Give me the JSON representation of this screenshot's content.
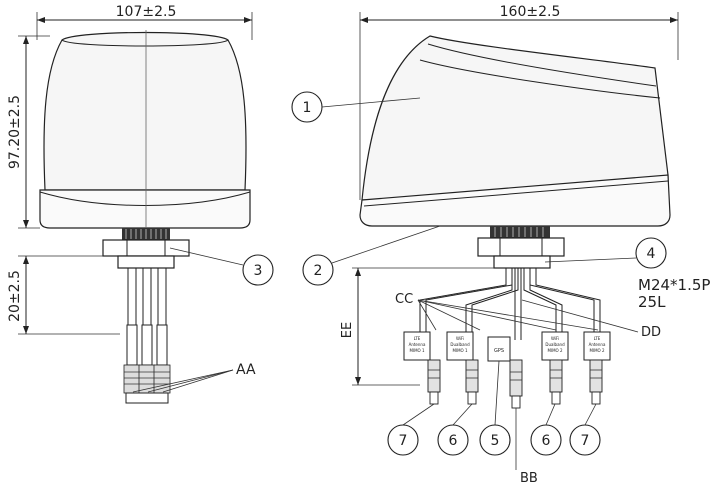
{
  "dimensions": {
    "front_width": "107±2.5",
    "side_width": "160±2.5",
    "height": "97.20±2.5",
    "stud_length": "20±2.5",
    "cable_length": "EE"
  },
  "balloons": {
    "radome": "1",
    "base": "2",
    "nut": "3",
    "thread": "4",
    "gps": "5",
    "wifi_left": "6",
    "wifi_right": "6",
    "lte_left": "7",
    "lte_right": "7"
  },
  "thread_spec": {
    "thread": "M24*1.5P",
    "length": "25L"
  },
  "callouts": {
    "aa": "AA",
    "bb": "BB",
    "cc": "CC",
    "dd": "DD"
  },
  "cable_labels": {
    "lte_1": [
      "LTE",
      "Antenna",
      "MIMO 1"
    ],
    "wifi_1": [
      "WiFi",
      "Dualband",
      "MIMO 1"
    ],
    "gps": [
      "GPS"
    ],
    "wifi_2": [
      "WiFi",
      "Dualband",
      "MIMO 2"
    ],
    "lte_2": [
      "LTE",
      "Antenna",
      "MIMO 2"
    ]
  }
}
